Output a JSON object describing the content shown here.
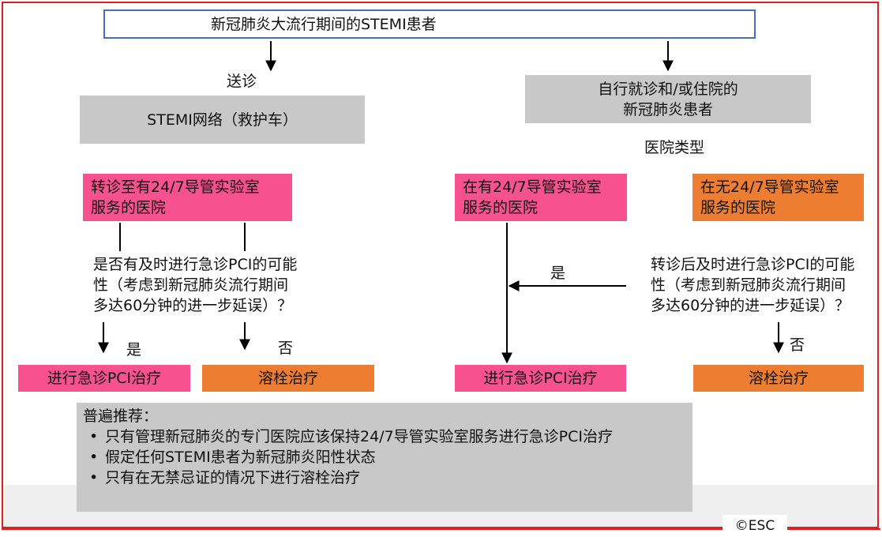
{
  "title": "新冠肺炎大流行期间的STEMI患者",
  "left_branch": {
    "label": "送诊",
    "network_box": "STEMI网络（救护车）",
    "referral_box": "转诊至有24/7导管实验室\n服务的医院",
    "question": "是否有及时进行急诊PCI的可能\n性（考虑到新冠肺炎流行期间\n多达60分钟的进一步延误）？",
    "yes_label": "是",
    "no_label": "否",
    "pci_box": "进行急诊PCI治疗",
    "lysis_box": "溶栓治疗"
  },
  "right_branch": {
    "self_box": "自行就诊和/或住院的\n新冠肺炎患者",
    "hospital_type_label": "医院类型",
    "with_lab_box": "在有24/7导管实验室\n服务的医院",
    "without_lab_box": "在无24/7导管实验室\n服务的医院",
    "question": "转诊后及时进行急诊PCI的可能\n性（考虑到新冠肺炎流行期间\n多达60分钟的进一步延误）？",
    "yes_label": "是",
    "no_label": "否",
    "pci_box": "进行急诊PCI治疗",
    "lysis_box": "溶栓治疗"
  },
  "recommendations": {
    "heading": "普遍推荐：",
    "items": [
      "只有管理新冠肺炎的专门医院应该保持24/7导管实验室服务进行急诊PCI治疗",
      "假定任何STEMI患者为新冠肺炎阳性状态",
      "只有在无禁忌证的情况下进行溶栓治疗"
    ]
  },
  "copyright": "©ESC",
  "colors": {
    "pink": "#f7528f",
    "orange": "#ed7d31",
    "gray": "#c8c8c8",
    "title_border": "#4a6fb0",
    "frame_border": "#e0201c"
  }
}
